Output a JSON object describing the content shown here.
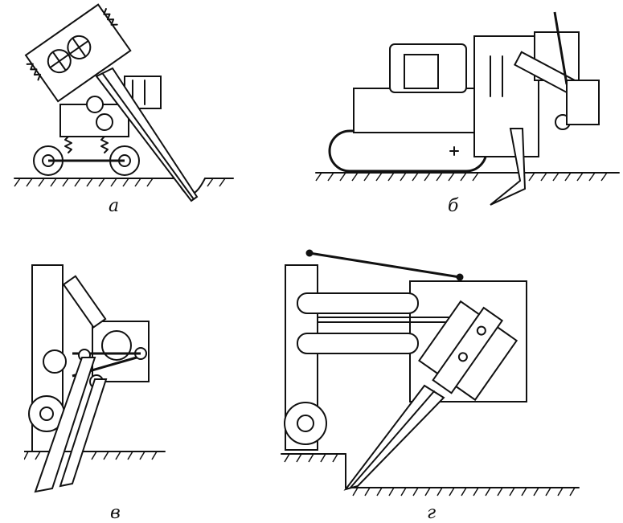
{
  "figure": {
    "panels": [
      {
        "label": "а"
      },
      {
        "label": "б"
      },
      {
        "label": "в"
      },
      {
        "label": "г"
      }
    ]
  }
}
